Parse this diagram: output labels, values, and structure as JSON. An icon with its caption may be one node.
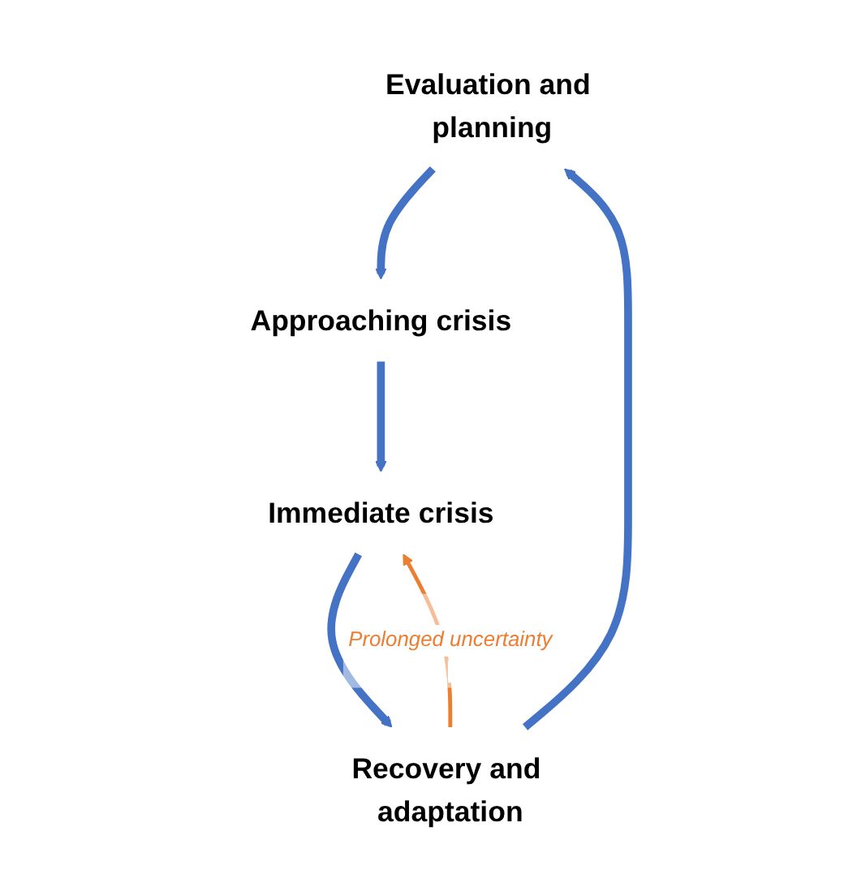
{
  "diagram": {
    "nodes": [
      {
        "text": [
          "Evaluation and planning"
        ]
      },
      {
        "text": [
          "Approaching crisis"
        ]
      },
      {
        "text": [
          "Immediate crisis"
        ]
      },
      {
        "text": [
          "Recovery and adaptation"
        ]
      }
    ],
    "edges": [
      {
        "from": 0,
        "to": 1,
        "arrow": "to"
      },
      {
        "from": 1,
        "to": 2,
        "arrow": "to"
      },
      {
        "from": 2,
        "to": 3,
        "arrow": "to"
      },
      {
        "from": 3,
        "to": 0,
        "arrow": "to"
      },
      {
        "from": 3,
        "to": 2,
        "arrow": "to",
        "label": "Prolonged uncertainty",
        "color": "#ed7d31"
      }
    ]
  }
}
